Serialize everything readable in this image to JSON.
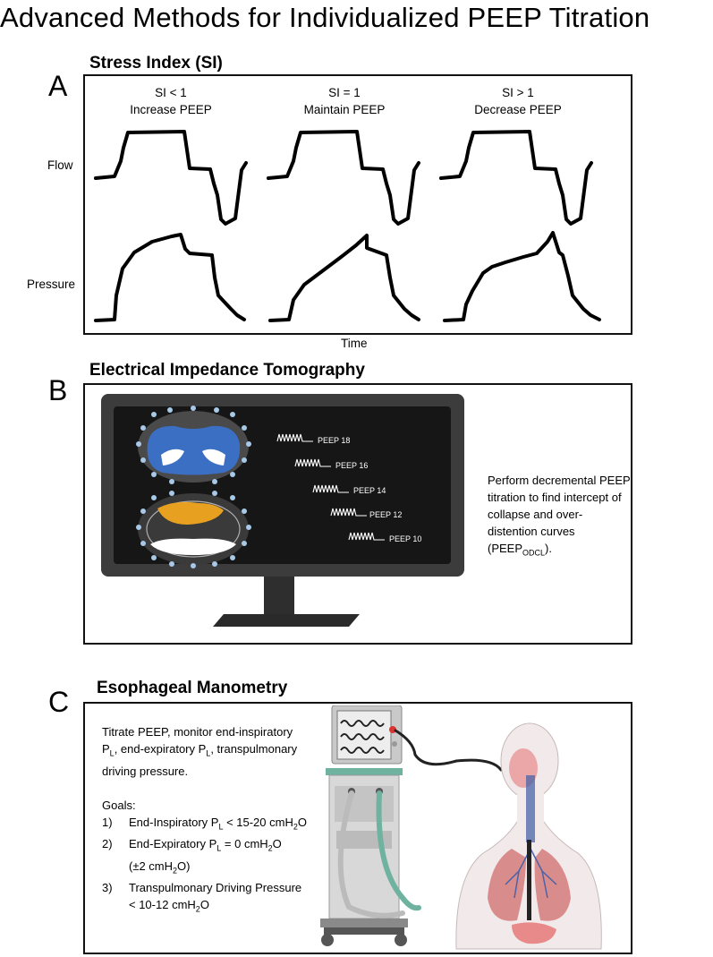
{
  "title": "Advanced Methods for Individualized PEEP Titration",
  "panel_a": {
    "letter": "A",
    "heading": "Stress Index (SI)",
    "columns": [
      {
        "condition": "SI < 1",
        "action": "Increase PEEP"
      },
      {
        "condition": "SI = 1",
        "action": "Maintain PEEP"
      },
      {
        "condition": "SI > 1",
        "action": "Decrease PEEP"
      }
    ],
    "row_labels": {
      "flow": "Flow",
      "pressure": "Pressure"
    },
    "x_label": "Time"
  },
  "panel_b": {
    "letter": "B",
    "heading": "Electrical Impedance Tomography",
    "peep_labels": [
      "PEEP 18",
      "PEEP 16",
      "PEEP 14",
      "PEEP 12",
      "PEEP 10"
    ],
    "description_main": "Perform decremental PEEP titration to find intercept of collapse and over-distention curves (PEEP",
    "description_sub": "ODCL",
    "description_end": ").",
    "colors": {
      "monitor": "#3a3a3a",
      "screen": "#1a1a1a",
      "blue_lung": "#3a6fc4",
      "orange_lung": "#e8a020"
    }
  },
  "panel_c": {
    "letter": "C",
    "heading": "Esophageal Manometry",
    "intro": {
      "a": "Titrate PEEP, monitor end-inspiratory",
      "b1": "P",
      "b1_sub": "L",
      "b2": ", end-expiratory P",
      "b2_sub": "L",
      "b3": ", transpulmonary",
      "c": "driving pressure."
    },
    "goals_heading": "Goals:",
    "goals": [
      {
        "num": "1)",
        "p1": "End-Inspiratory P",
        "sub1": "L",
        "p2": " < 15-20 cmH",
        "sub2": "2",
        "p3": "O"
      },
      {
        "num": "2)",
        "p1": "End-Expiratory P",
        "sub1": "L",
        "p2": " = 0 cmH",
        "sub2": "2",
        "p3": "O"
      },
      {
        "num": "",
        "p1": "(±2 cmH",
        "sub1": "2",
        "p2": "O)",
        "sub2": "",
        "p3": ""
      },
      {
        "num": "3)",
        "p1": "Transpulmonary Driving Pressure",
        "sub1": "",
        "p2": "",
        "sub2": "",
        "p3": ""
      },
      {
        "num": "",
        "p1": "< 10-12 cmH",
        "sub1": "2",
        "p2": "O",
        "sub2": "",
        "p3": ""
      }
    ]
  }
}
